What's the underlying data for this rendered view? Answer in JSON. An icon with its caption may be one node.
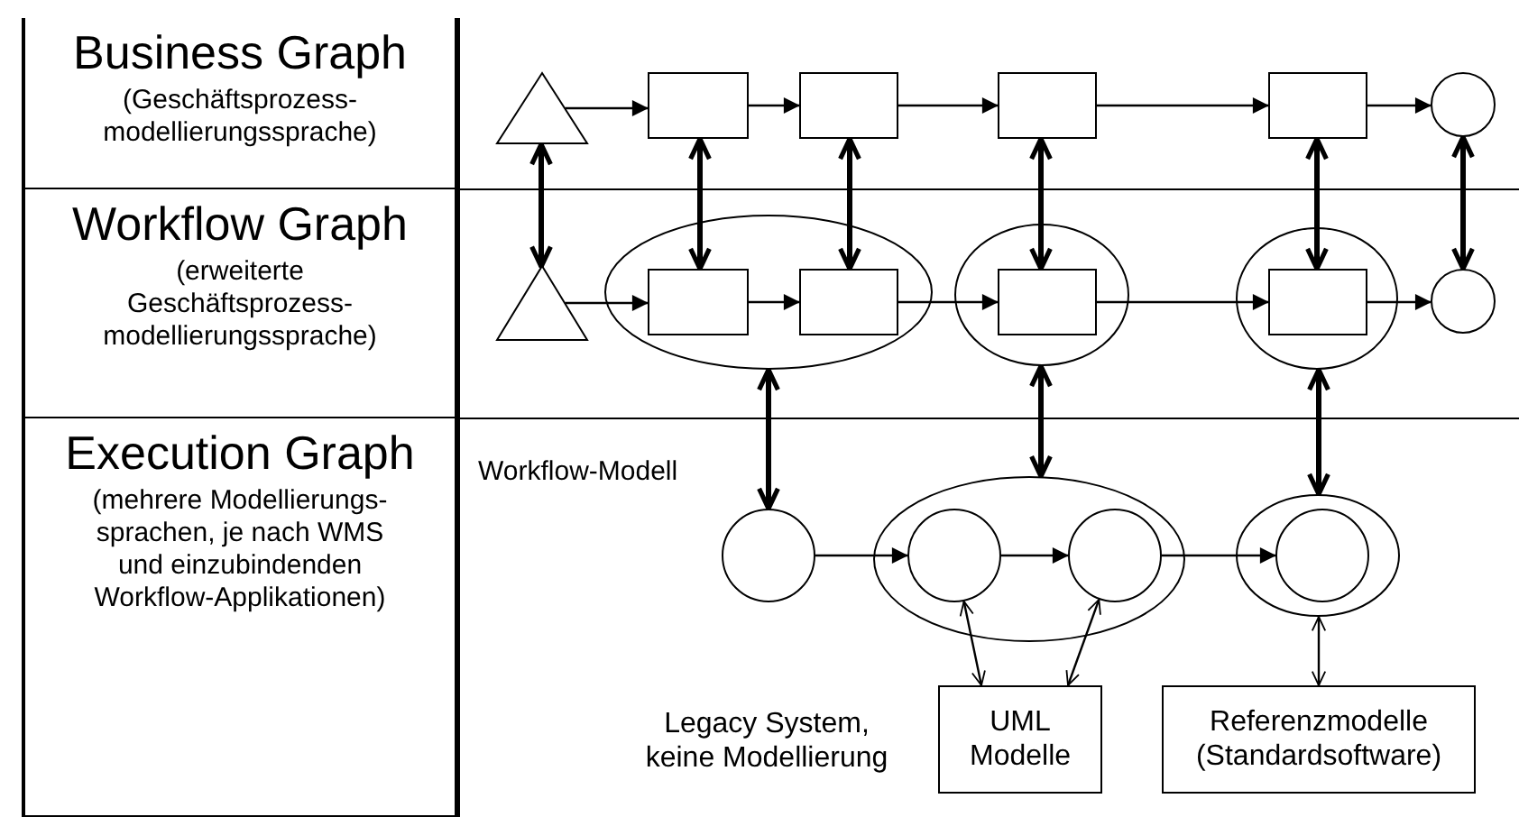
{
  "diagram": {
    "nodes": [
      {
        "text": [
          "Business Graph",
          "(Geschäftsprozess- modellierungssprache)"
        ]
      },
      {
        "text": [],
        "shape": "triangle"
      },
      {
        "text": [],
        "shape": "box"
      },
      {
        "text": [],
        "shape": "box"
      },
      {
        "text": [],
        "shape": "box"
      },
      {
        "text": [],
        "shape": "box"
      },
      {
        "text": [],
        "shape": "circle"
      },
      {
        "text": [
          "Workflow Graph",
          "(erweiterte Geschäftsprozess- modellierungssprache)"
        ]
      },
      {
        "text": [],
        "shape": "triangle"
      },
      {
        "text": [],
        "shape": "ellipse"
      },
      {
        "text": [],
        "shape": "box",
        "in": 9
      },
      {
        "text": [],
        "shape": "box",
        "in": 9
      },
      {
        "text": [],
        "shape": "ellipse"
      },
      {
        "text": [],
        "shape": "box",
        "in": 12
      },
      {
        "text": [],
        "shape": "ellipse"
      },
      {
        "text": [],
        "shape": "box",
        "in": 14
      },
      {
        "text": [],
        "shape": "circle"
      },
      {
        "text": [
          "Execution Graph",
          "(mehrere Modellierungs- sprachen, je nach WMS und einzubindenden Workflow-Applikationen)"
        ]
      },
      {
        "text": [],
        "shape": "circle"
      },
      {
        "text": [],
        "shape": "ellipse"
      },
      {
        "text": [],
        "shape": "circle",
        "in": 19
      },
      {
        "text": [],
        "shape": "circle",
        "in": 19
      },
      {
        "text": [],
        "shape": "ellipse"
      },
      {
        "text": [],
        "shape": "circle",
        "in": 22
      },
      {
        "text": [
          "UML Modelle"
        ]
      },
      {
        "text": [
          "Referenzmodelle (Standardsoftware)"
        ]
      }
    ],
    "edges": [
      {
        "from": 1,
        "to": 2,
        "arrow": "to"
      },
      {
        "from": 2,
        "to": 3,
        "arrow": "to"
      },
      {
        "from": 3,
        "to": 4,
        "arrow": "to"
      },
      {
        "from": 4,
        "to": 5,
        "arrow": "to"
      },
      {
        "from": 5,
        "to": 6,
        "arrow": "to"
      },
      {
        "from": 1,
        "to": 8,
        "arrow": "both",
        "style": "thick"
      },
      {
        "from": 2,
        "to": 10,
        "arrow": "both",
        "style": "thick"
      },
      {
        "from": 3,
        "to": 11,
        "arrow": "both",
        "style": "thick"
      },
      {
        "from": 4,
        "to": 13,
        "arrow": "both",
        "style": "thick"
      },
      {
        "from": 5,
        "to": 15,
        "arrow": "both",
        "style": "thick"
      },
      {
        "from": 6,
        "to": 16,
        "arrow": "both",
        "style": "thick"
      },
      {
        "from": 8,
        "to": 10,
        "arrow": "to"
      },
      {
        "from": 10,
        "to": 11,
        "arrow": "to"
      },
      {
        "from": 11,
        "to": 13,
        "arrow": "to"
      },
      {
        "from": 13,
        "to": 15,
        "arrow": "to"
      },
      {
        "from": 15,
        "to": 16,
        "arrow": "to"
      },
      {
        "from": 9,
        "to": 18,
        "label": "Workflow-Modell",
        "arrow": "both",
        "style": "thick"
      },
      {
        "from": 12,
        "to": 19,
        "arrow": "both",
        "style": "thick"
      },
      {
        "from": 14,
        "to": 22,
        "arrow": "both",
        "style": "thick"
      },
      {
        "from": 18,
        "to": 20,
        "arrow": "to"
      },
      {
        "from": 20,
        "to": 21,
        "arrow": "to"
      },
      {
        "from": 21,
        "to": 23,
        "arrow": "to"
      },
      {
        "from": 20,
        "to": 24,
        "arrow": "both"
      },
      {
        "from": 21,
        "to": 24,
        "arrow": "both"
      },
      {
        "from": 22,
        "to": 25,
        "arrow": "both"
      }
    ],
    "labels": [
      "Legacy System, keine Modellierung"
    ]
  }
}
